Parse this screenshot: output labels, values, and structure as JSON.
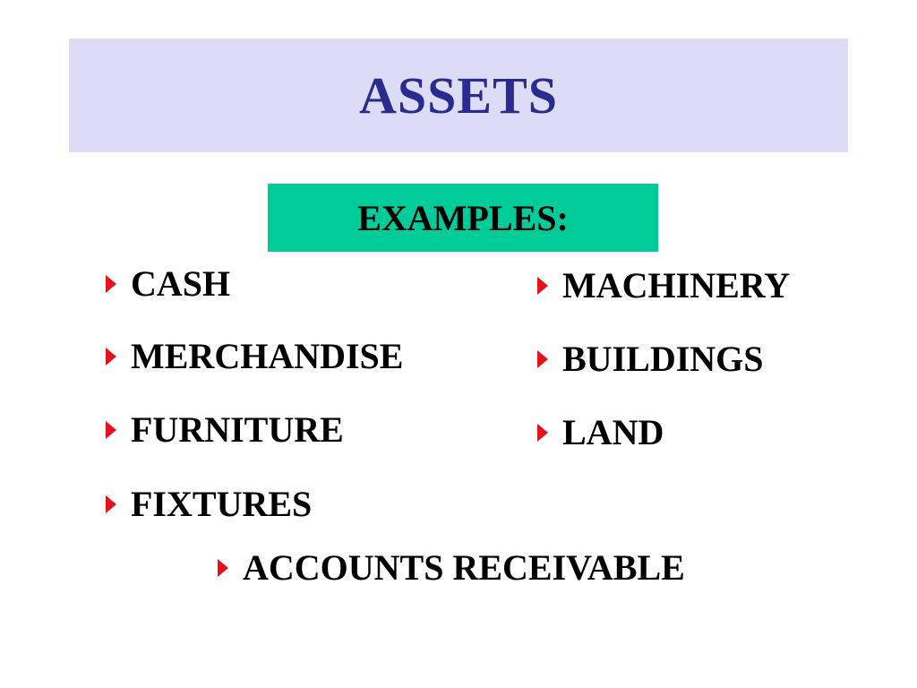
{
  "slide": {
    "title": "ASSETS",
    "subtitle": "EXAMPLES:",
    "left_column": [
      {
        "label": "CASH"
      },
      {
        "label": "MERCHANDISE"
      },
      {
        "label": "FURNITURE"
      },
      {
        "label": "FIXTURES"
      }
    ],
    "right_column": [
      {
        "label": "MACHINERY"
      },
      {
        "label": "BUILDINGS"
      },
      {
        "label": "LAND"
      }
    ],
    "bottom_item": {
      "label": "ACCOUNTS RECEIVABLE"
    }
  },
  "colors": {
    "title_background": "#dcdcf7",
    "title_text": "#2b2b8f",
    "subtitle_background": "#00cc99",
    "bullet": "#e8101b",
    "text": "#000000"
  },
  "icons": {
    "bullet": "red-triangle-bullet-icon"
  }
}
